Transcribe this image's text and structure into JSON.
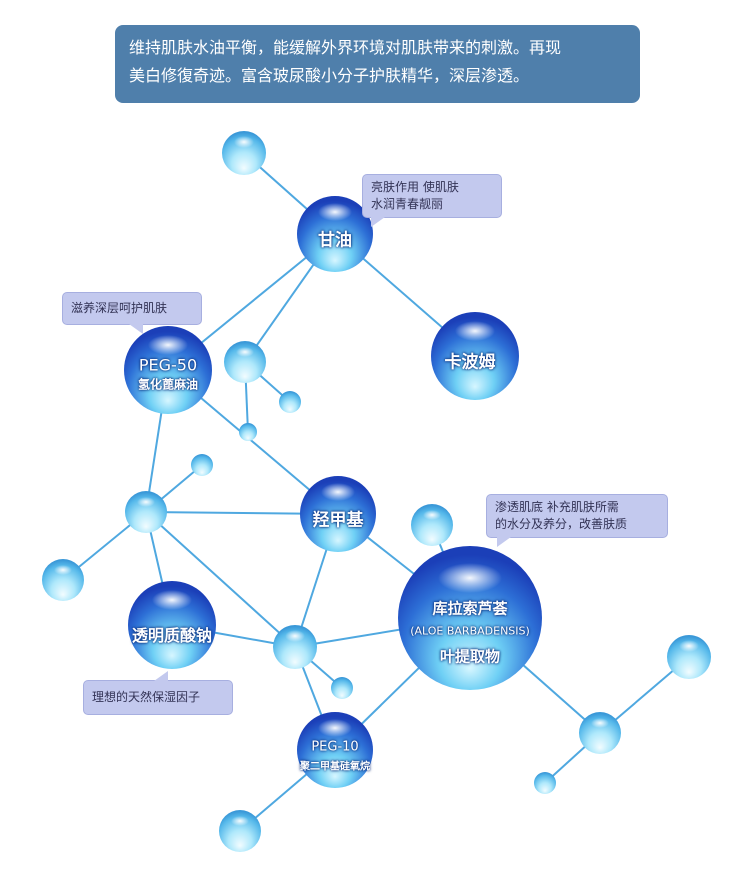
{
  "intro": {
    "line1": "维持肌肤水油平衡，能缓解外界环境对肌肤带来的刺激。再现",
    "line2": "美白修復奇迹。富含玻尿酸小分子护肤精华，深层渗透。"
  },
  "molecules": {
    "glycerin": "甘油",
    "carbomer": "卡波姆",
    "peg50_top": "PEG-50",
    "peg50_bottom": "氢化蓖麻油",
    "methyl": "羟甲基",
    "ha": "透明质酸钠",
    "aloe_top": "库拉索芦荟",
    "aloe_mid": "(ALOE BARBADENSIS)",
    "aloe_bottom": "叶提取物",
    "peg10_top": "PEG-10",
    "peg10_bottom": "聚二甲基硅氧烷"
  },
  "notes": {
    "glycerin_l1": "亮肤作用  使肌肤",
    "glycerin_l2": "水润青春靓丽",
    "peg50": "滋养深层呵护肌肤",
    "aloe_l1": "渗透肌底  补充肌肤所需",
    "aloe_l2": "的水分及养分，改善肤质",
    "ha": "理想的天然保湿因子"
  },
  "colors": {
    "banner": "#4f7fab",
    "bond": "#4fa8e0",
    "note_bg": "#c3c9ee",
    "sphere_dark": "#1b3fb8",
    "sphere_light": "#bfefff"
  }
}
